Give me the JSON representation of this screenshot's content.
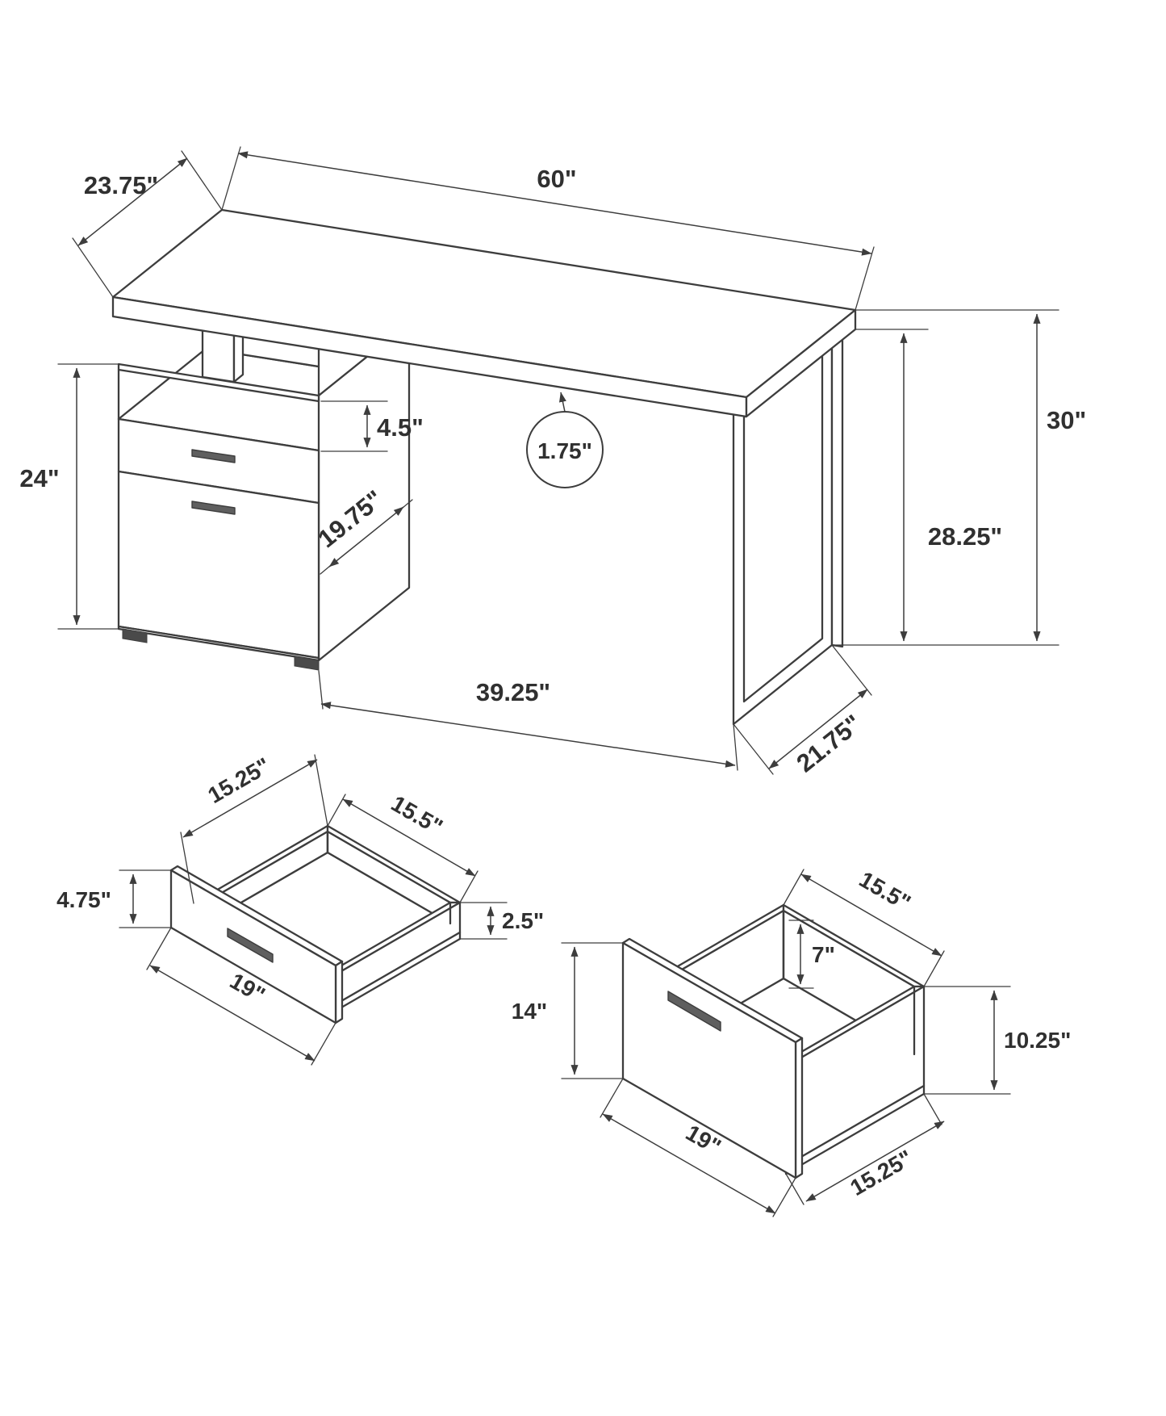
{
  "figure": {
    "name": "desk-technical-dimension-drawing",
    "stroke_color": "#3d3d3d",
    "text_color": "#303030",
    "background": "#ffffff"
  },
  "desk": {
    "labels": {
      "top_width": "60\"",
      "top_depth": "23.75\"",
      "overall_height": "30\"",
      "underside_height": "28.25\"",
      "pedestal_height": "24\"",
      "cubby_height": "4.5\"",
      "top_thickness": "1.75\"",
      "pedestal_depth": "19.75\"",
      "kneehole_span": "39.25\"",
      "leg_depth": "21.75\""
    }
  },
  "small_drawer": {
    "labels": {
      "inner_depth": "15.25\"",
      "inner_width": "15.5\"",
      "front_height": "4.75\"",
      "side_height": "2.5\"",
      "front_width": "19\""
    }
  },
  "file_drawer": {
    "labels": {
      "inner_width": "15.5\"",
      "hanging_depth": "7\"",
      "front_height": "14\"",
      "side_height": "10.25\"",
      "front_width": "19\"",
      "inner_depth": "15.25\""
    }
  }
}
